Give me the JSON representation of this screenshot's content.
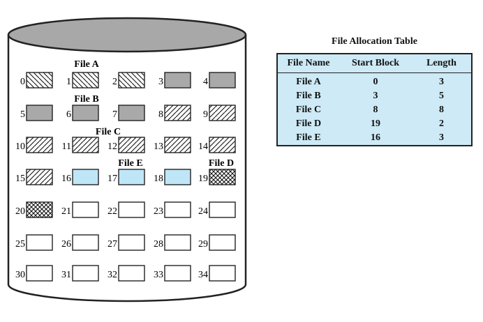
{
  "colors": {
    "disk_top": "#a8a8a8",
    "free_block": "#ffffff",
    "file_e_fill": "#bfe6f7",
    "table_fill": "#cdeaf6",
    "gray_fill": "#a9a9a9"
  },
  "file_labels": [
    {
      "id": "file-a",
      "text": "File A"
    },
    {
      "id": "file-b",
      "text": "File B"
    },
    {
      "id": "file-c",
      "text": "File C"
    },
    {
      "id": "file-e",
      "text": "File E"
    },
    {
      "id": "file-d",
      "text": "File D"
    }
  ],
  "blocks": [
    {
      "n": "0",
      "fill": "back"
    },
    {
      "n": "1",
      "fill": "back"
    },
    {
      "n": "2",
      "fill": "back"
    },
    {
      "n": "3",
      "fill": "gray"
    },
    {
      "n": "4",
      "fill": "gray"
    },
    {
      "n": "5",
      "fill": "gray"
    },
    {
      "n": "6",
      "fill": "gray"
    },
    {
      "n": "7",
      "fill": "gray"
    },
    {
      "n": "8",
      "fill": "fwd"
    },
    {
      "n": "9",
      "fill": "fwd"
    },
    {
      "n": "10",
      "fill": "fwd"
    },
    {
      "n": "11",
      "fill": "fwd"
    },
    {
      "n": "12",
      "fill": "fwd"
    },
    {
      "n": "13",
      "fill": "fwd"
    },
    {
      "n": "14",
      "fill": "fwd"
    },
    {
      "n": "15",
      "fill": "fwd"
    },
    {
      "n": "16",
      "fill": "blue"
    },
    {
      "n": "17",
      "fill": "blue"
    },
    {
      "n": "18",
      "fill": "blue"
    },
    {
      "n": "19",
      "fill": "cross"
    },
    {
      "n": "20",
      "fill": "cross"
    },
    {
      "n": "21",
      "fill": "empty"
    },
    {
      "n": "22",
      "fill": "empty"
    },
    {
      "n": "23",
      "fill": "empty"
    },
    {
      "n": "24",
      "fill": "empty"
    },
    {
      "n": "25",
      "fill": "empty"
    },
    {
      "n": "26",
      "fill": "empty"
    },
    {
      "n": "27",
      "fill": "empty"
    },
    {
      "n": "28",
      "fill": "empty"
    },
    {
      "n": "29",
      "fill": "empty"
    },
    {
      "n": "30",
      "fill": "empty"
    },
    {
      "n": "31",
      "fill": "empty"
    },
    {
      "n": "32",
      "fill": "empty"
    },
    {
      "n": "33",
      "fill": "empty"
    },
    {
      "n": "34",
      "fill": "empty"
    }
  ],
  "table": {
    "title": "File Allocation Table",
    "headers": [
      "File Name",
      "Start Block",
      "Length"
    ],
    "rows": [
      [
        "File A",
        "0",
        "3"
      ],
      [
        "File B",
        "3",
        "5"
      ],
      [
        "File C",
        "8",
        "8"
      ],
      [
        "File D",
        "19",
        "2"
      ],
      [
        "File E",
        "16",
        "3"
      ]
    ]
  }
}
